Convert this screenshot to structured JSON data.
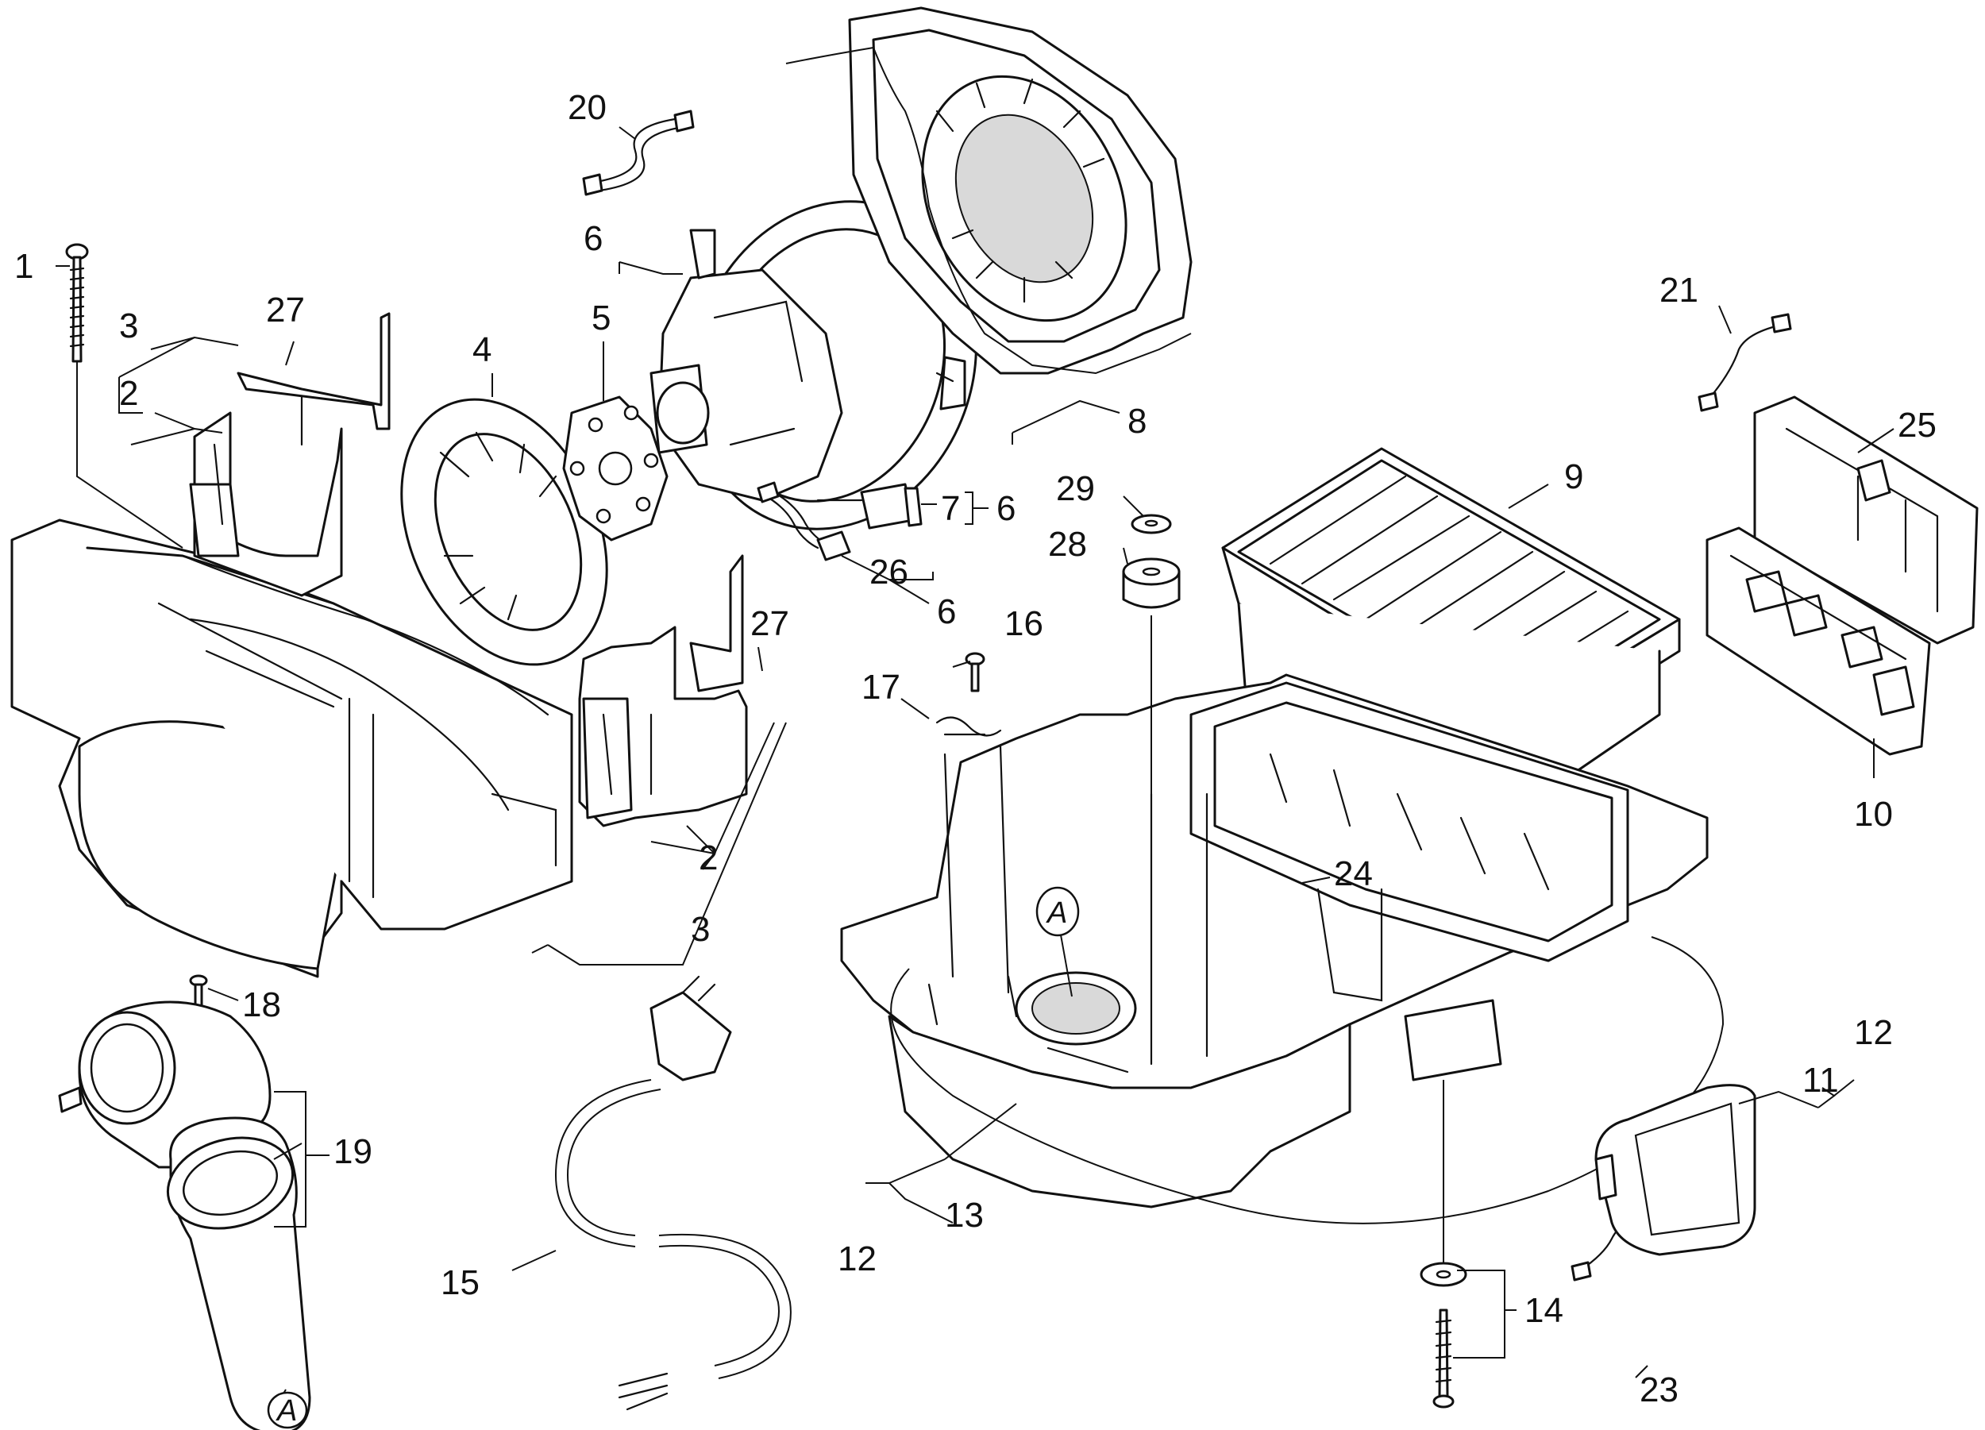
{
  "diagram": {
    "callouts": {
      "c1": "1",
      "c2a": "2",
      "c2b": "2",
      "c3a": "3",
      "c3b": "3",
      "c4": "4",
      "c5": "5",
      "c6a": "6",
      "c6b": "6",
      "c6c": "6",
      "c7": "7",
      "c8": "8",
      "c9": "9",
      "c10": "10",
      "c11": "11",
      "c12a": "12",
      "c12b": "12",
      "c13": "13",
      "c14": "14",
      "c15": "15",
      "c16": "16",
      "c17": "17",
      "c18": "18",
      "c19": "19",
      "c20": "20",
      "c21": "21",
      "c23": "23",
      "c24": "24",
      "c25": "25",
      "c26": "26",
      "c27a": "27",
      "c27b": "27",
      "c28": "28",
      "c29": "29"
    },
    "markers": {
      "a_base": "A",
      "a_hose": "A"
    }
  }
}
